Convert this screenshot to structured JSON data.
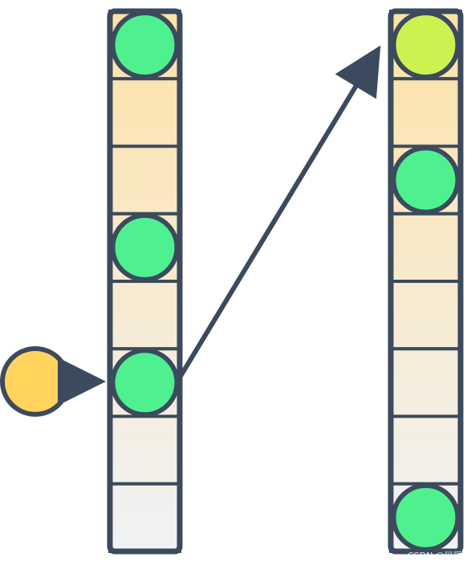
{
  "diagram": {
    "left_column": {
      "slots": 8,
      "filled_slots": [
        0,
        3,
        5
      ]
    },
    "right_column": {
      "slots": 8,
      "filled_slots": [
        0,
        2,
        7
      ],
      "highlighted_slot": 0
    },
    "incoming_item": {
      "target_column": "left",
      "target_slot": 5
    },
    "transfer_arrow": {
      "from": "left-slot-5",
      "to": "right-slot-0"
    }
  },
  "colors": {
    "outline": "#3b4a5c",
    "slot_top": "#fde2a6",
    "slot_bottom": "#f1f2f6",
    "filled_ball": "#4ff08f",
    "highlight_ball": "#ccf24f",
    "incoming_ball": "#ffd35c"
  },
  "watermark": {
    "text": "CSDN @玛琛"
  }
}
